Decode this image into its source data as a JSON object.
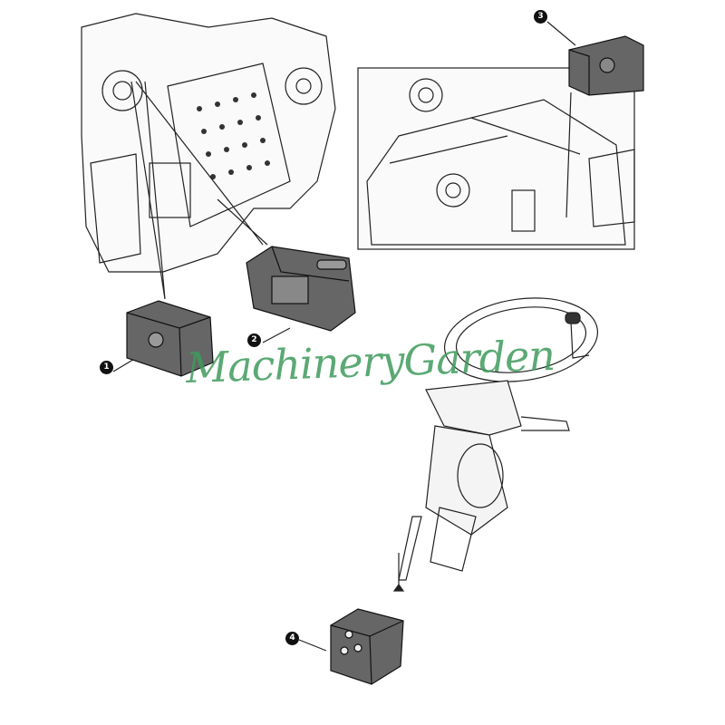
{
  "callouts": [
    {
      "number": "1",
      "part": "pump-1"
    },
    {
      "number": "2",
      "part": "pump-2"
    },
    {
      "number": "3",
      "part": "pump-3"
    },
    {
      "number": "4",
      "part": "steering-unit"
    }
  ],
  "watermark": "MachineryGarden",
  "colors": {
    "line": "#222222",
    "part_fill": "#555555",
    "watermark": "#3f9b5c"
  }
}
